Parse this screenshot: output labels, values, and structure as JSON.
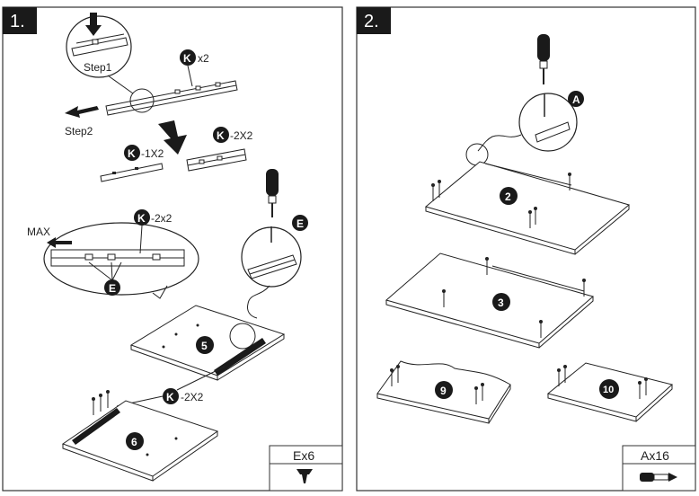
{
  "panels": [
    {
      "step_number": "1.",
      "labels": {
        "step1": "Step1",
        "step2": "Step2",
        "max": "MAX",
        "k_x2": "x2",
        "k_minus1x2": "-1X2",
        "k_minus2x2_a": "-2X2",
        "k_minus2x2_b": "-2x2",
        "k_minus2x2_c": "-2X2"
      },
      "callouts": {
        "K": "K",
        "E": "E"
      },
      "parts": {
        "p5": "5",
        "p6": "6"
      },
      "hardware_box": {
        "label": "Ex6",
        "icon": "screw-icon"
      }
    },
    {
      "step_number": "2.",
      "callouts": {
        "A": "A"
      },
      "parts": {
        "p2": "2",
        "p3": "3",
        "p9": "9",
        "p10": "10"
      },
      "hardware_box": {
        "label": "Ax16",
        "icon": "cam-dowel-icon"
      }
    }
  ],
  "colors": {
    "line": "#222222",
    "fill_dark": "#1a1a1a",
    "panel_border": "#333333"
  }
}
